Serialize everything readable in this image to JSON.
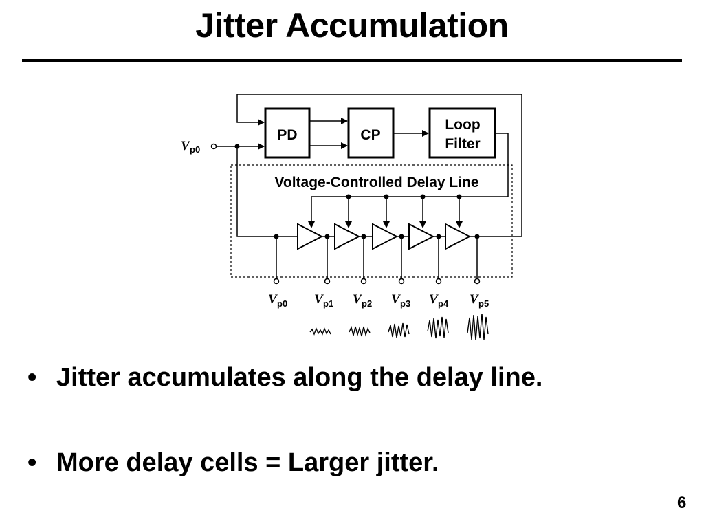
{
  "slide": {
    "title": "Jitter Accumulation",
    "page_number": "6"
  },
  "diagram": {
    "blocks": {
      "pd": "PD",
      "cp": "CP",
      "loop_filter_line1": "Loop",
      "loop_filter_line2": "Filter"
    },
    "vcdl_label": "Voltage-Controlled Delay Line",
    "input_label": {
      "main": "V",
      "sub": "p0"
    },
    "tap_labels": [
      {
        "main": "V",
        "sub": "p0"
      },
      {
        "main": "V",
        "sub": "p1"
      },
      {
        "main": "V",
        "sub": "p2"
      },
      {
        "main": "V",
        "sub": "p3"
      },
      {
        "main": "V",
        "sub": "p4"
      },
      {
        "main": "V",
        "sub": "p5"
      }
    ]
  },
  "bullets": [
    {
      "marker": "•",
      "text": "Jitter accumulates along the delay line."
    },
    {
      "marker": "•",
      "text": "More delay cells = Larger jitter."
    }
  ]
}
